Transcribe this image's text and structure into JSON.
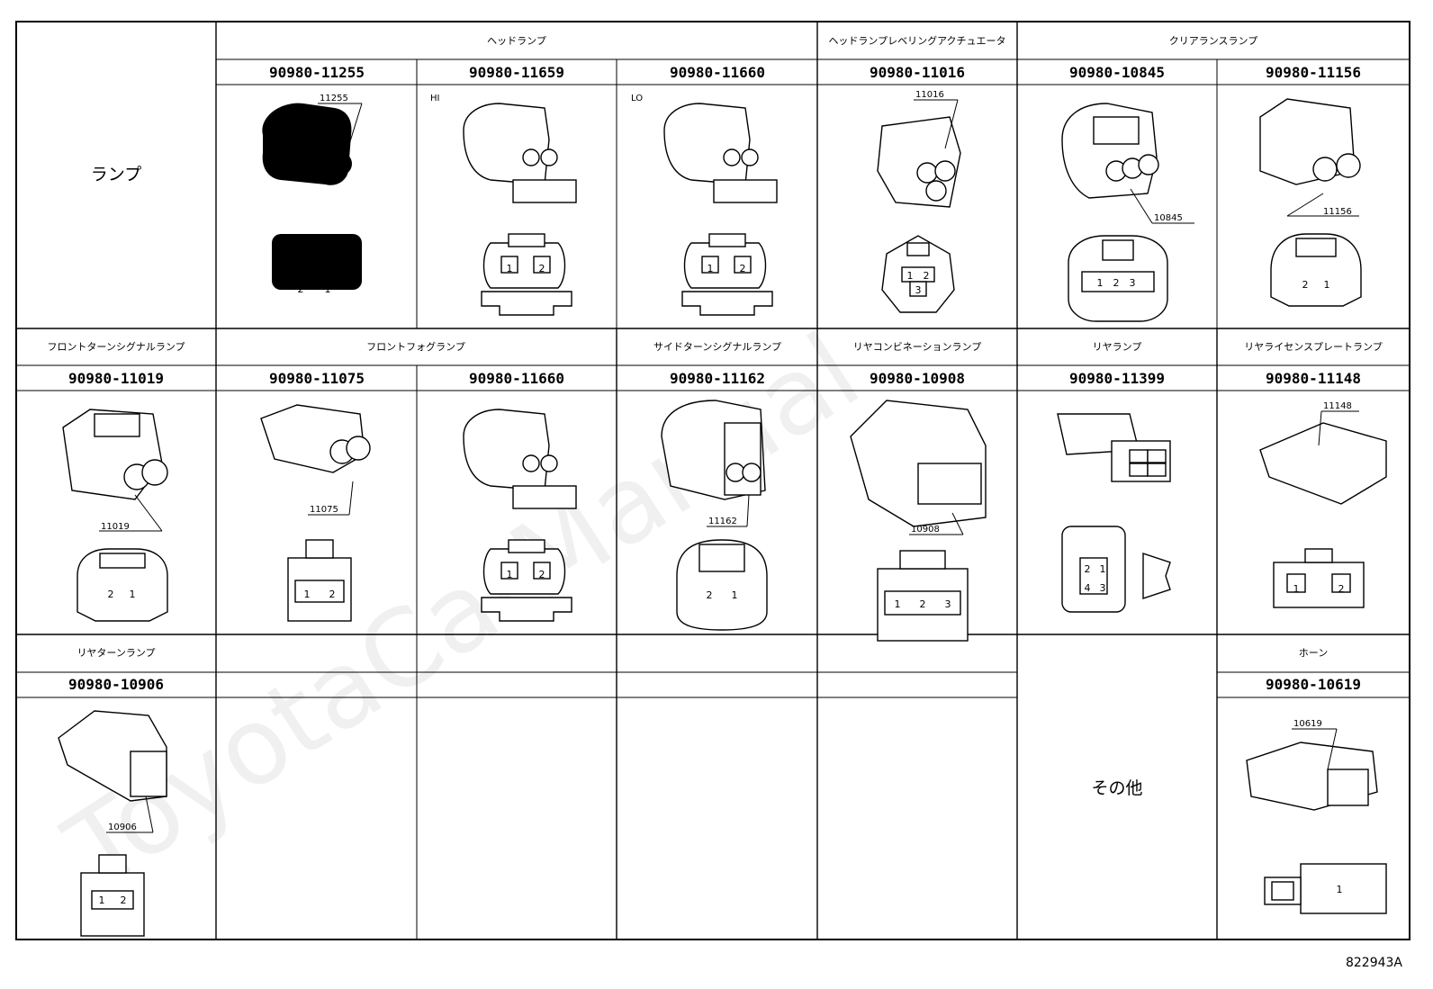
{
  "row_label": "ランプ",
  "headers": {
    "headlamp": "ヘッドランプ",
    "headlamp_leveling": "ヘッドランプレベリングアクチュエータ",
    "clearance": "クリアランスランプ",
    "front_turn": "フロントターンシグナルランプ",
    "front_fog": "フロントフォグランプ",
    "side_turn": "サイドターンシグナルランプ",
    "rear_combination": "リヤコンビネーションランプ",
    "rear_lamp": "リヤランプ",
    "rear_license": "リヤライセンスプレートランプ",
    "rear_turn": "リヤターンランプ",
    "horn": "ホーン",
    "other": "その他"
  },
  "parts": {
    "r1c1": "90980-11255",
    "r1c2": "90980-11659",
    "r1c3": "90980-11660",
    "r1c4": "90980-11016",
    "r1c5": "90980-10845",
    "r1c6": "90980-11156",
    "r2c0": "90980-11019",
    "r2c1": "90980-11075",
    "r2c2": "90980-11660",
    "r2c3": "90980-11162",
    "r2c4": "90980-10908",
    "r2c5": "90980-11399",
    "r2c6": "90980-11148",
    "r3c0": "90980-10906",
    "r3c6": "90980-10619"
  },
  "callouts": {
    "r1c1": "11255",
    "r1c2": "HI",
    "r1c3": "LO",
    "r1c4": "11016",
    "r1c5": "10845",
    "r1c6": "11156",
    "r2c0": "11019",
    "r2c1": "11075",
    "r2c3": "11162",
    "r2c4": "10908",
    "r2c6": "11148",
    "r3c0": "10906",
    "r3c6": "10619"
  },
  "pins": {
    "p1": "1",
    "p2": "2",
    "p3": "3",
    "p4": "4"
  },
  "watermark": "ToyotaCarManual",
  "figure_id": "822943A"
}
